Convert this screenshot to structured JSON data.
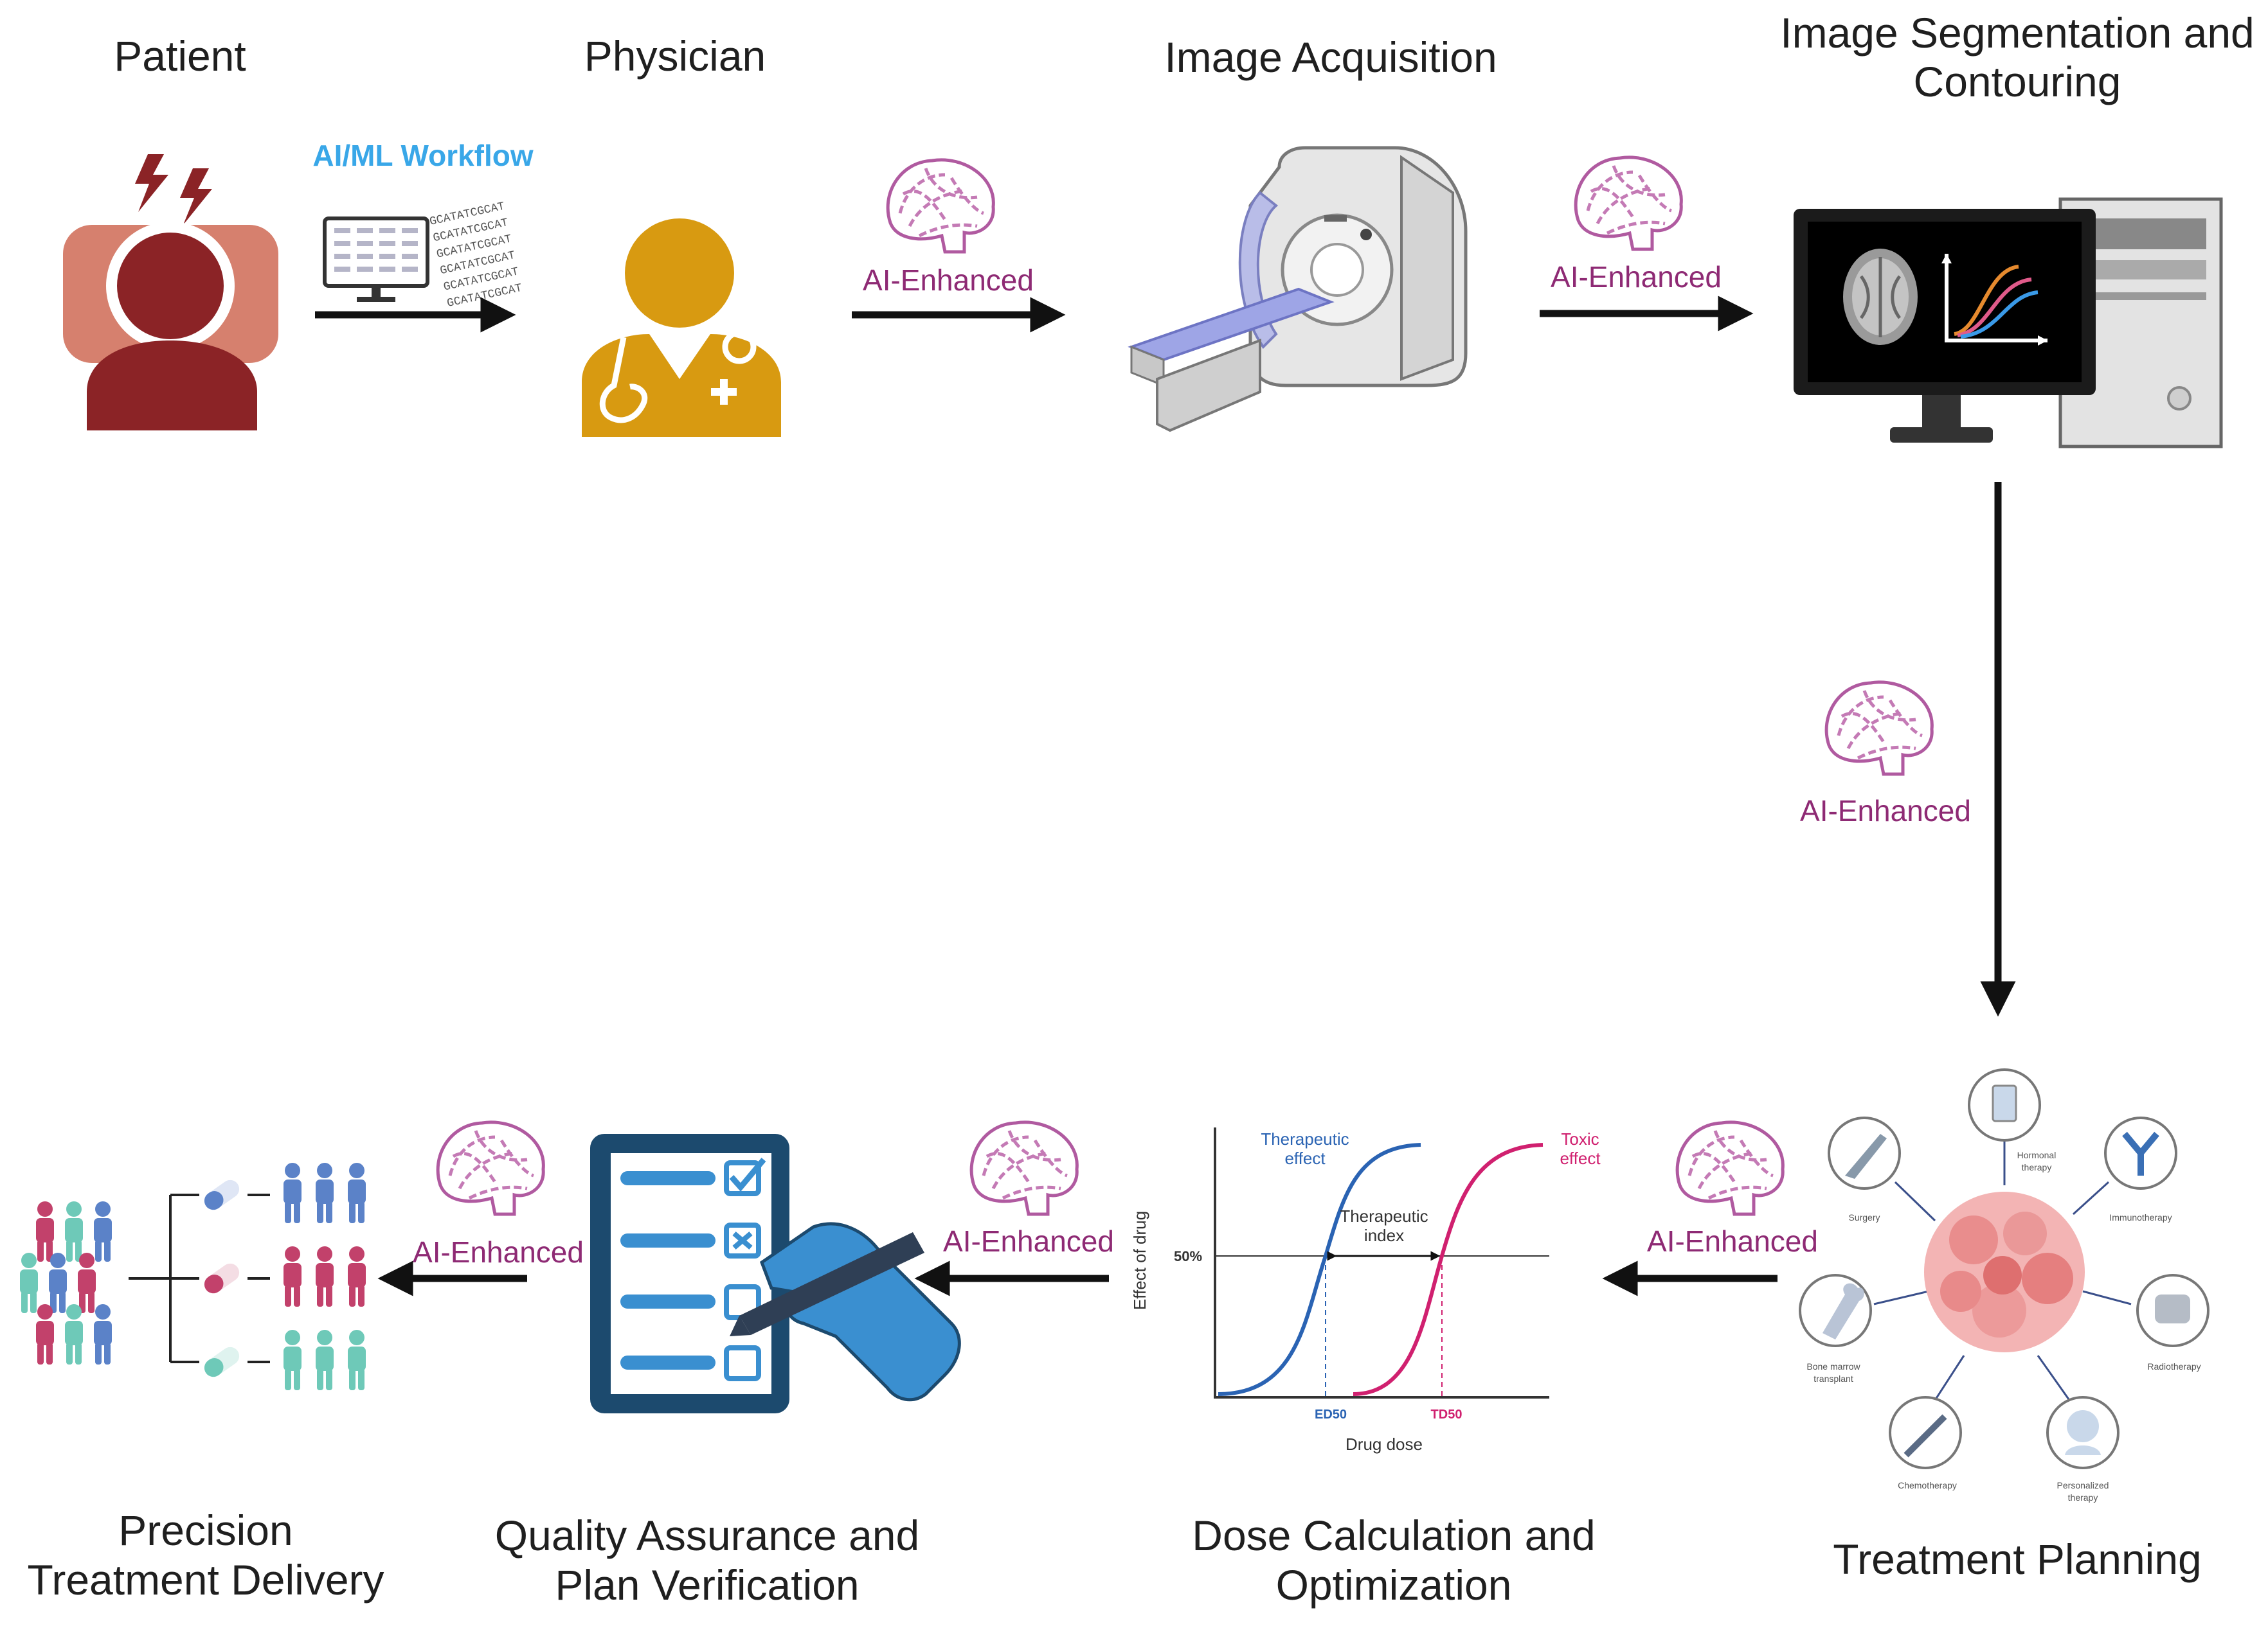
{
  "stages": {
    "patient": "Patient",
    "physician": "Physician",
    "image_acquisition": "Image Acquisition",
    "segmentation_line1": "Image Segmentation and",
    "segmentation_line2": "Contouring",
    "treatment_planning": "Treatment Planning",
    "dose_line1": "Dose Calculation and",
    "dose_line2": "Optimization",
    "qa_line1": "Quality Assurance and",
    "qa_line2": "Plan Verification",
    "delivery_line1": "Precision",
    "delivery_line2": "Treatment Delivery"
  },
  "workflow_label": "AI/ML Workflow",
  "ai_enhanced_label": "AI-Enhanced",
  "dna_text": "GCATATCGCAT",
  "treatment_options": {
    "hormonal": [
      "Hormonal",
      "therapy"
    ],
    "surgery": [
      "Surgery"
    ],
    "immunotherapy": [
      "Immunotherapy"
    ],
    "bone_marrow": [
      "Bone marrow",
      "transplant"
    ],
    "radiotherapy": [
      "Radiotherapy"
    ],
    "chemotherapy": [
      "Chemotherapy"
    ],
    "personalized": [
      "Personalized",
      "therapy"
    ]
  },
  "dose_chart": {
    "therapeutic_effect": [
      "Therapeutic",
      "effect"
    ],
    "toxic_effect": [
      "Toxic",
      "effect"
    ],
    "therapeutic_index": [
      "Therapeutic",
      "index"
    ],
    "y_tick": "50%",
    "ylabel": "Effect of drug",
    "xlabel": "Drug dose",
    "ed50": "ED50",
    "td50": "TD50"
  },
  "colors": {
    "ai_purple": "#8e2a74",
    "workflow_blue": "#39a7e8",
    "patient_red": "#8b2326",
    "patient_bg": "#d6806e",
    "physician_gold": "#d89a11",
    "qa_navy": "#1c4a6e",
    "hand_blue": "#3a8fd0",
    "therapeutic_curve": "#2a63b3",
    "toxic_curve": "#d0206f"
  }
}
